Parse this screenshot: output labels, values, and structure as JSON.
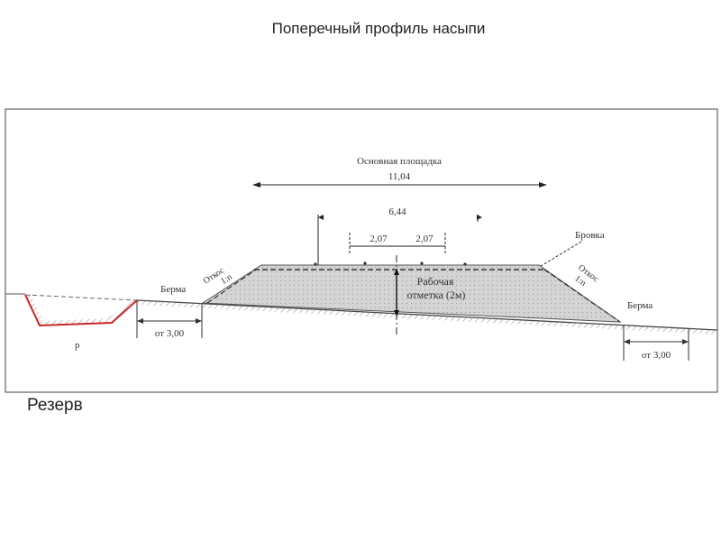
{
  "slide": {
    "title": "Поперечный профиль насыпи",
    "reserve_caption": "Резерв"
  },
  "diagram": {
    "top_label": "Основная площадка",
    "top_width": "11,04",
    "inner_width": "6,44",
    "bevel_left": "2,07",
    "bevel_right": "2,07",
    "edge_label": "Бровка",
    "working_mark_line1": "Рабочая",
    "working_mark_line2": "отметка (2м)",
    "berm_left": "Берма",
    "berm_right": "Берма",
    "slope_left_line1": "Откос",
    "slope_left_line2": "1:n",
    "slope_right_line1": "Откос",
    "slope_right_line2": "1:n",
    "dist_left": "от 3,00",
    "dist_right": "от 3,00",
    "reserve_mark": "р"
  }
}
